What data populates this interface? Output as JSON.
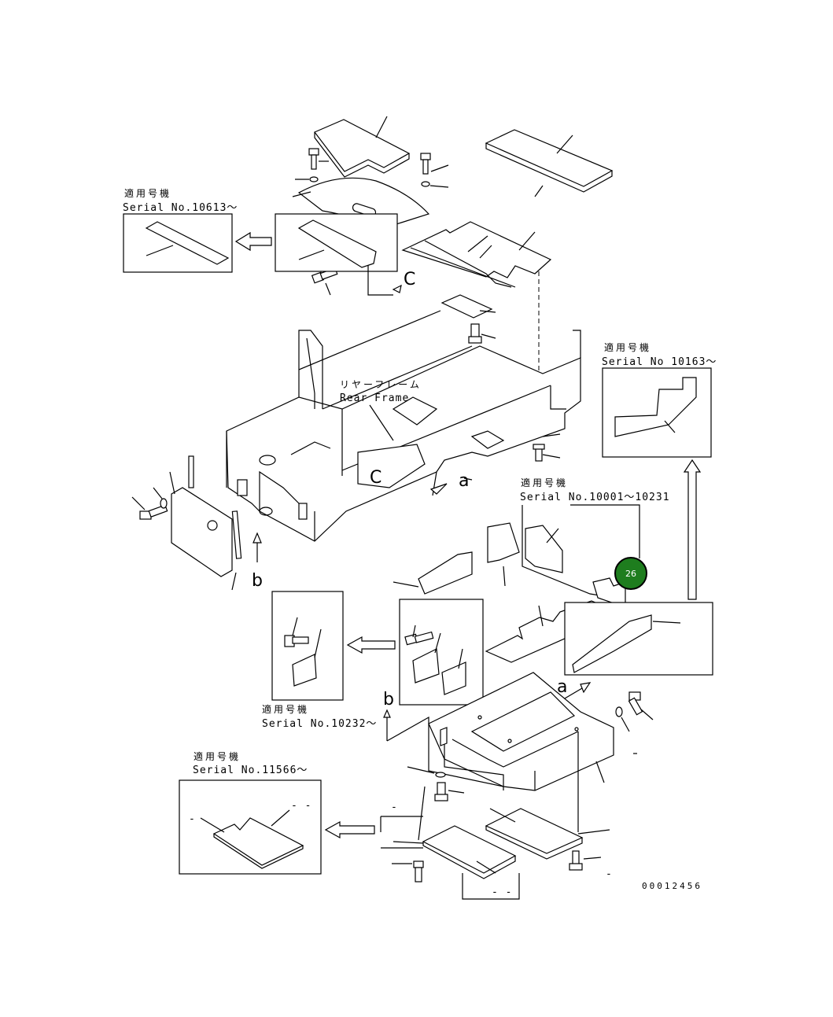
{
  "labels": {
    "serial_10613": {
      "jp": "適用号機",
      "serial": "Serial No.10613～"
    },
    "serial_10163": {
      "jp": "適用号機",
      "serial": "Serial No 10163～"
    },
    "serial_10001": {
      "jp": "適用号機",
      "serial": "Serial No.10001～10231"
    },
    "serial_10232": {
      "jp": "適用号機",
      "serial": "Serial No.10232～"
    },
    "serial_11566": {
      "jp": "適用号機",
      "serial": "Serial No.11566～"
    },
    "rear_frame": {
      "jp": "リヤーフレーム",
      "en": "Rear Frame"
    }
  },
  "view_letters": {
    "c_top": "C",
    "c_frame": "C",
    "a_frame": "a",
    "a_floor": "a",
    "b_frame": "b",
    "b_floor": "b"
  },
  "callout": {
    "number": "26",
    "color": "#1e7d1e"
  },
  "drawing_number": "00012456",
  "dash_marks": {
    "m1": "- -",
    "m2": "-",
    "m3": "- -",
    "m4": "-",
    "m5": "-"
  }
}
